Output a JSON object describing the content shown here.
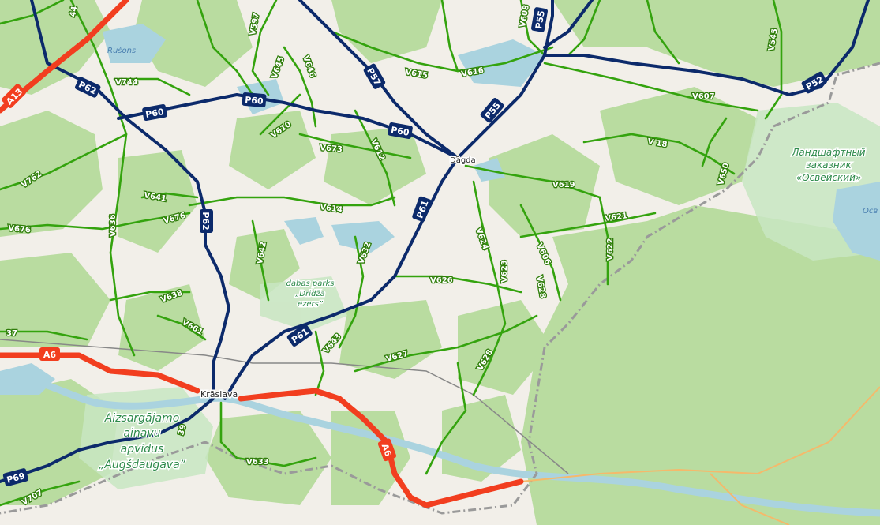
{
  "map": {
    "colors": {
      "land": "#f2efe9",
      "forest": "#b9dca0",
      "water": "#aad3df",
      "protected": "#c8e6c2",
      "green_road": "#34a30e",
      "blue_road": "#0c2a6b",
      "red_road": "#f23e1f",
      "border": "#9a9a9a",
      "railway": "#888888",
      "orange_road": "#f5b96b"
    },
    "places": {
      "kraslava": "Krāslava",
      "dagda": "Dagda",
      "rusons": "Rušons",
      "osveya": "Осв"
    },
    "nature_areas": {
      "aizsargajamo_1": "Aizsargājamo",
      "aizsargajamo_2": "ainavu",
      "aizsargajamo_3": "apvidus",
      "aizsargajamo_4": "„Augšdaugava”",
      "dabas_1": "dabas parks",
      "dabas_2": "„Dridža",
      "dabas_3": "ezers”",
      "zakaznik_1": "Ландшафтный",
      "zakaznik_2": "заказник",
      "zakaznik_3": "«Освейский»"
    },
    "road_labels": {
      "A6_west": "A6",
      "A6_east": "A6",
      "A13": "A13",
      "P60_a": "P60",
      "P60_b": "P60",
      "P60_c": "P60",
      "P62_a": "P62",
      "P62_b": "P62",
      "P61_a": "P61",
      "P61_b": "P61",
      "P55_a": "P55",
      "P55_b": "P55",
      "P57": "P57",
      "P52": "P52",
      "P69": "P69",
      "V597": "V597",
      "V645": "V645",
      "V646": "V646",
      "V615": "V615",
      "V616": "V616",
      "V608": "V608",
      "V545": "V545",
      "V744": "V744",
      "V610": "V610",
      "V673": "V673",
      "V612": "V612",
      "V607": "V607",
      "V618": "V 18",
      "V650": "V650",
      "V762": "V762",
      "V641": "V641",
      "V676_a": "V676",
      "V676_b": "V676",
      "V636": "V636",
      "V614": "V614",
      "V619": "V619",
      "V621": "V621",
      "V624": "V624",
      "V606": "V606",
      "V622": "V622",
      "V642": "V642",
      "V632": "V632",
      "V626": "V626",
      "V623": "V623",
      "V638": "V638",
      "V661": "V661",
      "V637": "37",
      "V643": "V643",
      "V627": "V627",
      "V628": "V628",
      "V633": "V633",
      "V639": "39",
      "V707": "V707",
      "V744b": "44"
    }
  }
}
